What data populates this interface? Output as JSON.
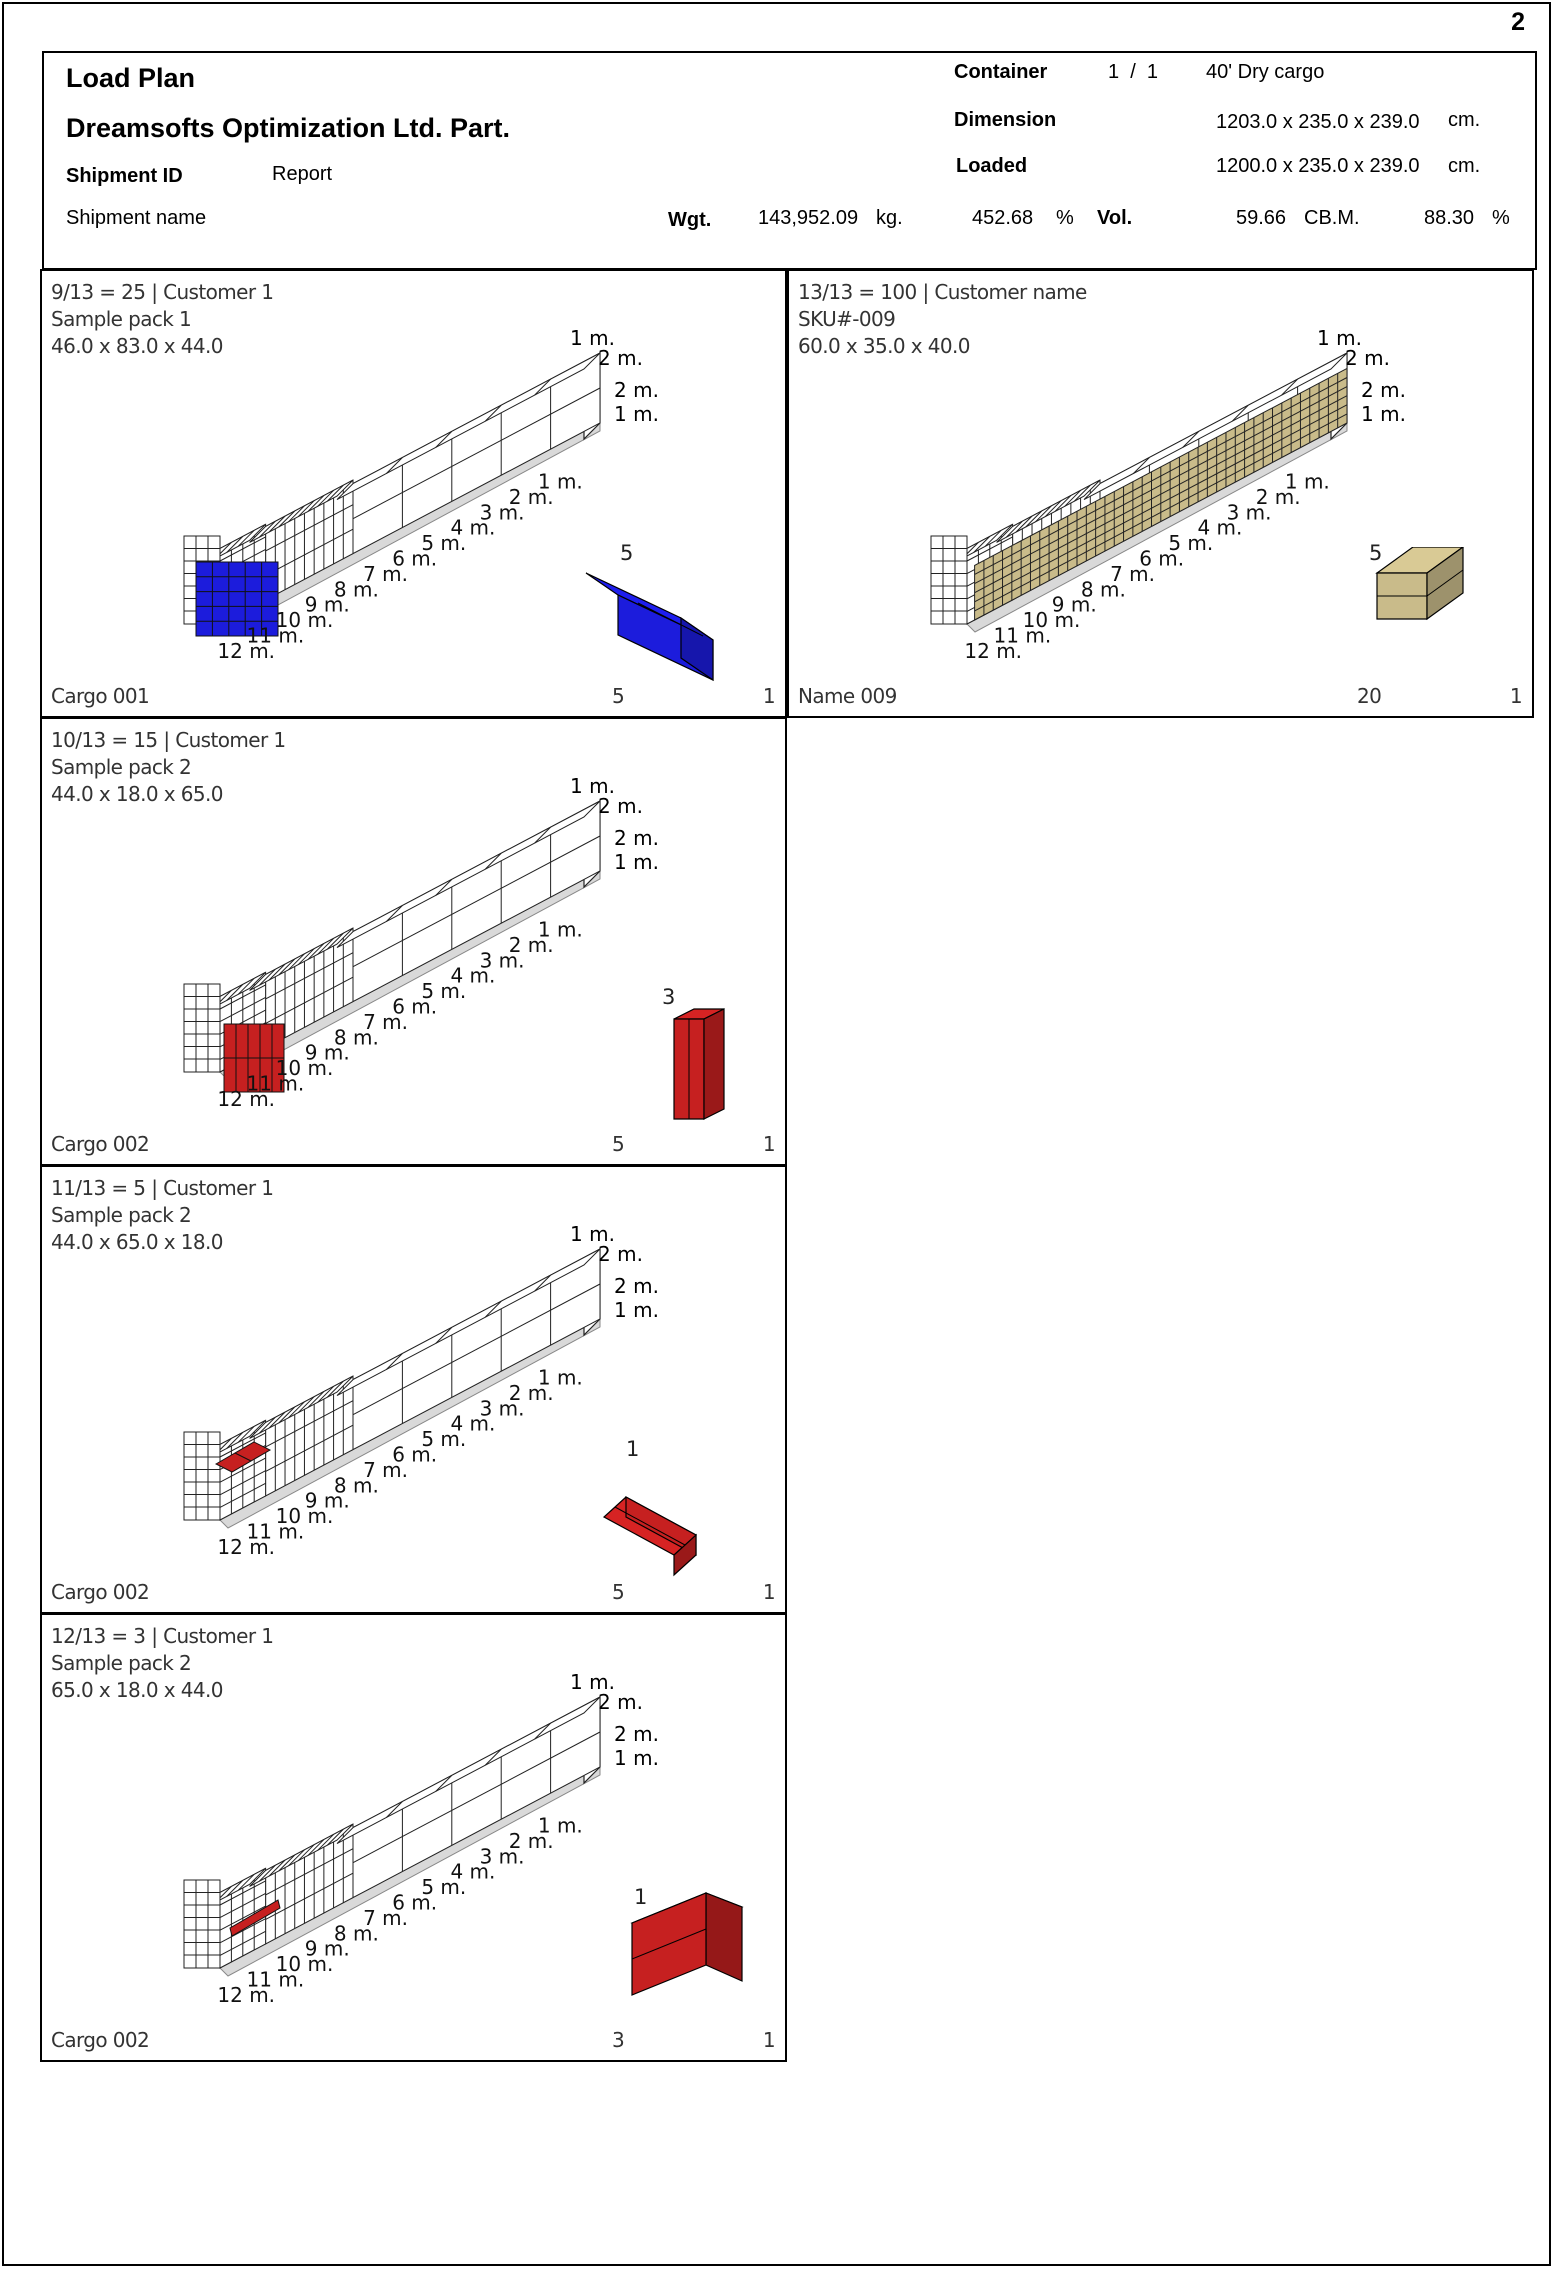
{
  "page_number": "2",
  "header": {
    "title": "Load Plan",
    "company": "Dreamsofts Optimization Ltd. Part.",
    "shipment_id_label": "Shipment ID",
    "shipment_id_value": "Report",
    "shipment_name_label": "Shipment name",
    "container_label": "Container",
    "container_count": "1  /  1",
    "container_type": "40' Dry cargo",
    "dimension_label": "Dimension",
    "dimension_value": "1203.0 x 235.0 x 239.0",
    "dimension_unit": "cm.",
    "loaded_label": "Loaded",
    "loaded_value": "1200.0 x 235.0 x 239.0",
    "loaded_unit": "cm.",
    "weight_label": "Wgt.",
    "weight_value": "143,952.09",
    "weight_unit": "kg.",
    "weight_pct": "452.68",
    "weight_pct_unit": "%",
    "volume_label": "Vol.",
    "volume_value": "59.66",
    "volume_unit": "CB.M.",
    "volume_pct": "88.30",
    "volume_pct_unit": "%"
  },
  "axis_labels": {
    "height": [
      "1 m.",
      "2 m."
    ],
    "width": [
      "1 m.",
      "2 m."
    ],
    "length": [
      "1 m.",
      "2 m.",
      "3 m.",
      "4 m.",
      "5 m.",
      "6 m.",
      "7 m.",
      "8 m.",
      "9 m.",
      "10 m.",
      "11 m.",
      "12 m."
    ]
  },
  "panels": [
    {
      "line1": "9/13  = 25 | Customer 1",
      "line2": "Sample pack 1",
      "line3": "46.0 x 83.0 x 44.0",
      "name": "Cargo 001",
      "count": "5",
      "qty": "5",
      "one": "1",
      "color": "#1c1cdc",
      "box": "wide"
    },
    {
      "line1": "13/13  = 100 | Customer name",
      "line2": "SKU#-009",
      "line3": "60.0 x 35.0 x 40.0",
      "name": "Name 009",
      "count": "5",
      "qty": "20",
      "one": "1",
      "color": "#c9bb8a",
      "box": "cube"
    },
    {
      "line1": "10/13  = 15 | Customer 1",
      "line2": "Sample pack 2",
      "line3": "44.0 x 18.0 x 65.0",
      "name": "Cargo 002",
      "count": "3",
      "qty": "5",
      "one": "1",
      "color": "#c62020",
      "box": "tall"
    },
    {
      "line1": "11/13  = 5 | Customer 1",
      "line2": "Sample pack 2",
      "line3": "44.0 x 65.0 x 18.0",
      "name": "Cargo 002",
      "count": "1",
      "qty": "5",
      "one": "1",
      "color": "#c62020",
      "box": "flat"
    },
    {
      "line1": "12/13  = 3 | Customer 1",
      "line2": "Sample pack 2",
      "line3": "65.0 x 18.0 x 44.0",
      "name": "Cargo 002",
      "count": "1",
      "qty": "3",
      "one": "1",
      "color": "#c62020",
      "box": "side"
    }
  ]
}
